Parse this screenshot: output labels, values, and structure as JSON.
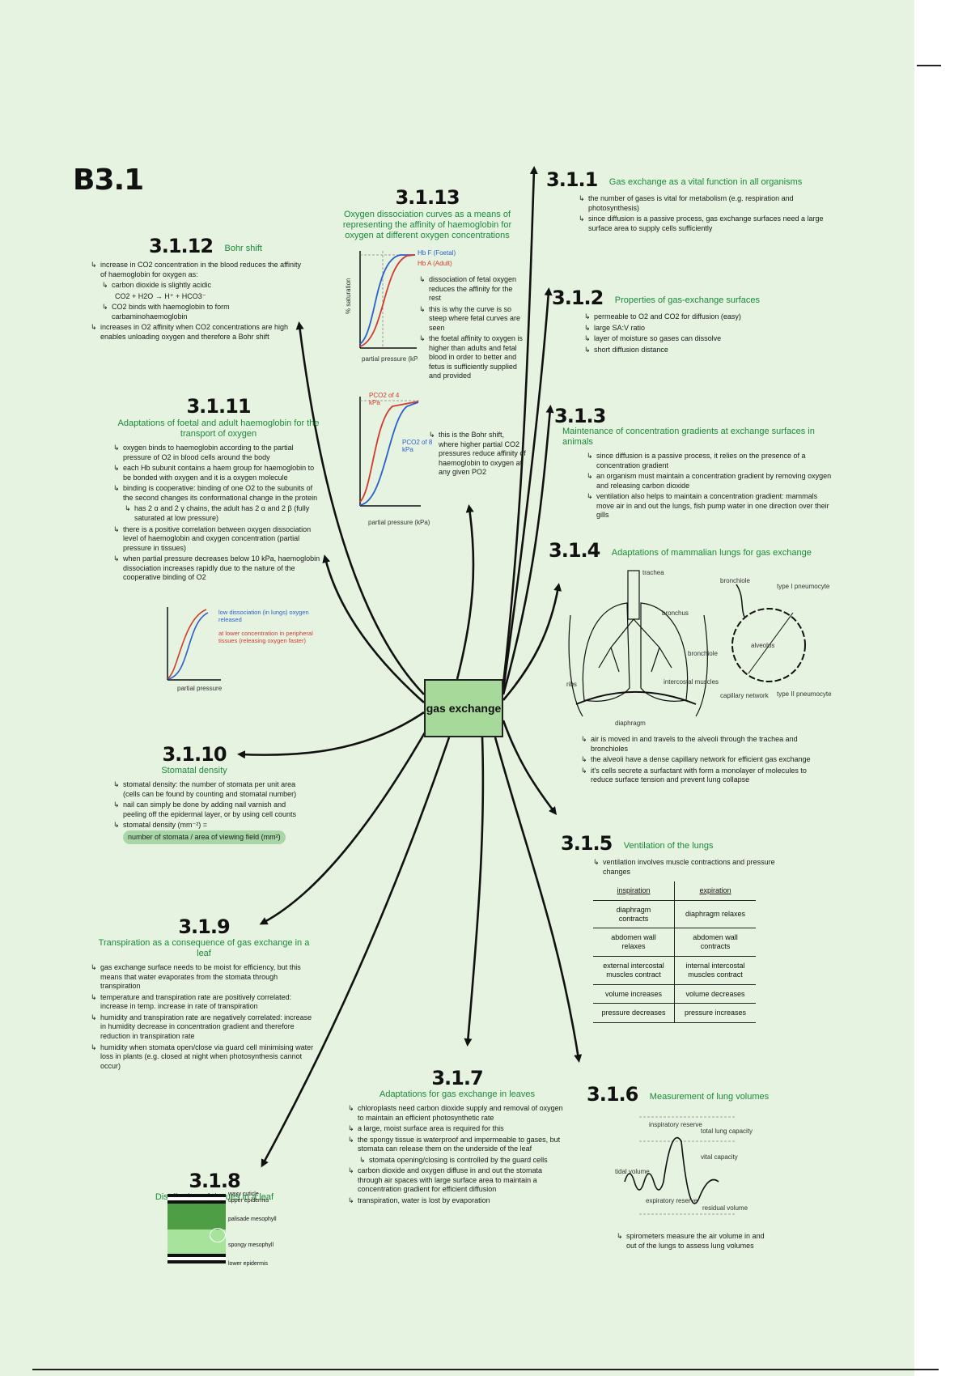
{
  "title": "B3.1",
  "center": "gas exchange",
  "sections": {
    "s3_1_1": {
      "code": "3.1.1",
      "heading": "Gas exchange as a vital function in all organisms",
      "points": [
        "the number of gases is vital for metabolism (e.g. respiration and photosynthesis)",
        "since diffusion is a passive process, gas exchange surfaces need a large surface area to supply cells sufficiently"
      ]
    },
    "s3_1_2": {
      "code": "3.1.2",
      "heading": "Properties of gas-exchange surfaces",
      "points": [
        "permeable to O2 and CO2 for diffusion (easy)",
        "large SA:V ratio",
        "layer of moisture so gases can dissolve",
        "short diffusion distance"
      ]
    },
    "s3_1_3": {
      "code": "3.1.3",
      "heading": "Maintenance of concentration gradients at exchange surfaces in animals",
      "points": [
        "since diffusion is a passive process, it relies on the presence of a concentration gradient",
        "an organism must maintain a concentration gradient by removing oxygen and releasing carbon dioxide",
        "ventilation also helps to maintain a concentration gradient: mammals move air in and out the lungs, fish pump water in one direction over their gills"
      ]
    },
    "s3_1_4": {
      "code": "3.1.4",
      "heading": "Adaptations of mammalian lungs for gas exchange",
      "points": [
        "air is moved in and travels to the alveoli through the trachea and bronchioles",
        "the alveoli have a dense capillary network for efficient gas exchange",
        "it's cells secrete a surfactant with form a monolayer of molecules to reduce surface tension and prevent lung collapse"
      ],
      "left_labels": [
        "trachea",
        "bronchus",
        "bronchiole",
        "intercostal muscles",
        "ribs",
        "diaphragm"
      ],
      "right_labels": [
        "bronchiole",
        "alveolus",
        "capillary network",
        "type I pneumocyte",
        "type II pneumocyte"
      ]
    },
    "s3_1_5": {
      "code": "3.1.5",
      "heading": "Ventilation of the lungs",
      "points": [
        "ventilation involves muscle contractions and pressure changes"
      ],
      "table_header": [
        "inspiration",
        "expiration"
      ],
      "table_rows": [
        [
          "diaphragm contracts",
          "diaphragm relaxes"
        ],
        [
          "abdomen wall relaxes",
          "abdomen wall contracts"
        ],
        [
          "external intercostal muscles contract",
          "internal intercostal muscles contract"
        ],
        [
          "volume increases",
          "volume decreases"
        ],
        [
          "pressure decreases",
          "pressure increases"
        ]
      ]
    },
    "s3_1_6": {
      "code": "3.1.6",
      "heading": "Measurement of lung volumes",
      "points": [
        "spirometers measure the air volume in and out of the lungs to assess lung volumes"
      ],
      "labels": [
        "inspiratory reserve",
        "tidal volume",
        "vital capacity",
        "total lung capacity",
        "expiratory reserve",
        "residual volume"
      ]
    },
    "s3_1_7": {
      "code": "3.1.7",
      "heading": "Adaptations for gas exchange in leaves",
      "points": [
        "chloroplasts need carbon dioxide supply and removal of oxygen to maintain an efficient photosynthetic rate",
        "a large, moist surface area is required for this",
        "the spongy tissue is waterproof and impermeable to gases, but stomata can release them on the underside of the leaf",
        "stomata opening/closing is controlled by the guard cells",
        "carbon dioxide and oxygen diffuse in and out the stomata through air spaces with large surface area to maintain a concentration gradient for efficient diffusion",
        "transpiration, water is lost by evaporation"
      ]
    },
    "s3_1_8": {
      "code": "3.1.8",
      "heading": "Distribution of tissues in a leaf",
      "labels": [
        "waxy cuticle",
        "upper epidermis",
        "palisade mesophyll",
        "spongy mesophyll",
        "lower epidermis"
      ]
    },
    "s3_1_9": {
      "code": "3.1.9",
      "heading": "Transpiration as a consequence of gas exchange in a leaf",
      "points": [
        "gas exchange surface needs to be moist for efficiency, but this means that water evaporates from the stomata through transpiration",
        "temperature and transpiration rate are positively correlated: increase in temp. increase in rate of transpiration",
        "humidity and transpiration rate are negatively correlated: increase in humidity decrease in concentration gradient and therefore reduction in transpiration rate",
        "humidity when stomata open/close via guard cell minimising water loss in plants (e.g. closed at night when photosynthesis cannot occur)"
      ]
    },
    "s3_1_10": {
      "code": "3.1.10",
      "heading": "Stomatal density",
      "points": [
        "stomatal density: the number of stomata per unit area (cells can be found by counting and stomatal number)",
        "nail can simply be done by adding nail varnish and peeling off the epidermal layer, or by using cell counts",
        "stomatal density (mm⁻²) ="
      ],
      "formula": "number of stomata / area of viewing field (mm²)"
    },
    "s3_1_11": {
      "code": "3.1.11",
      "heading": "Adaptations of foetal and adult haemoglobin for the transport of oxygen",
      "points": [
        "oxygen binds to haemoglobin according to the partial pressure of O2 in blood cells around the body",
        "each Hb subunit contains a haem group for haemoglobin to be bonded with oxygen and it is a oxygen molecule",
        "binding is cooperative: binding of one O2 to the subunits of the second changes its conformational change in the protein",
        "has 2 α and 2 γ chains, the adult has 2 α and 2 β (fully saturated at low pressure)",
        "there is a positive correlation between oxygen dissociation level of haemoglobin and oxygen concentration (partial pressure in tissues)",
        "when partial pressure decreases below 10 kPa, haemoglobin dissociation increases rapidly due to the nature of the cooperative binding of O2"
      ],
      "graph_legend": [
        "low dissociation (in lungs) oxygen released",
        "at lower concentration in peripheral tissues (releasing oxygen faster)"
      ],
      "graph_xlabel": "partial pressure (kPa)"
    },
    "s3_1_12": {
      "code": "3.1.12",
      "heading": "Bohr shift",
      "points": [
        "increase in CO2 concentration in the blood reduces the affinity of haemoglobin for oxygen as:",
        "carbon dioxide is slightly acidic",
        "CO2 + H2O → H⁺ + HCO3⁻",
        "CO2 binds with haemoglobin to form carbaminohaemoglobin",
        "increases in O2 affinity when CO2 concentrations are high enables unloading oxygen and therefore a Bohr shift"
      ]
    },
    "s3_1_13": {
      "code": "3.1.13",
      "heading": "Oxygen dissociation curves as a means of representing the affinity of haemoglobin for oxygen at different oxygen concentrations",
      "legend_adult": "Hb A (Adult)",
      "legend_foetal": "Hb F (Foetal)",
      "points_top": [
        "dissociation of fetal oxygen reduces the affinity for the rest",
        "this is why the curve is so steep where fetal curves are seen",
        "the foetal affinity to oxygen is higher than adults and fetal blood in order to better and fetus is sufficiently supplied and provided"
      ],
      "points_bottom": [
        "this is the Bohr shift, where higher partial CO2 pressures reduce affinity of haemoglobin to oxygen at any given PO2"
      ],
      "low_co2": "PCO2 of 4 kPa",
      "high_co2": "PCO2 of 8 kPa",
      "xlabel_top": "partial pressure (kPa)",
      "xlabel_bottom": "partial pressure (kPa)",
      "ylabel": "% saturation"
    }
  }
}
